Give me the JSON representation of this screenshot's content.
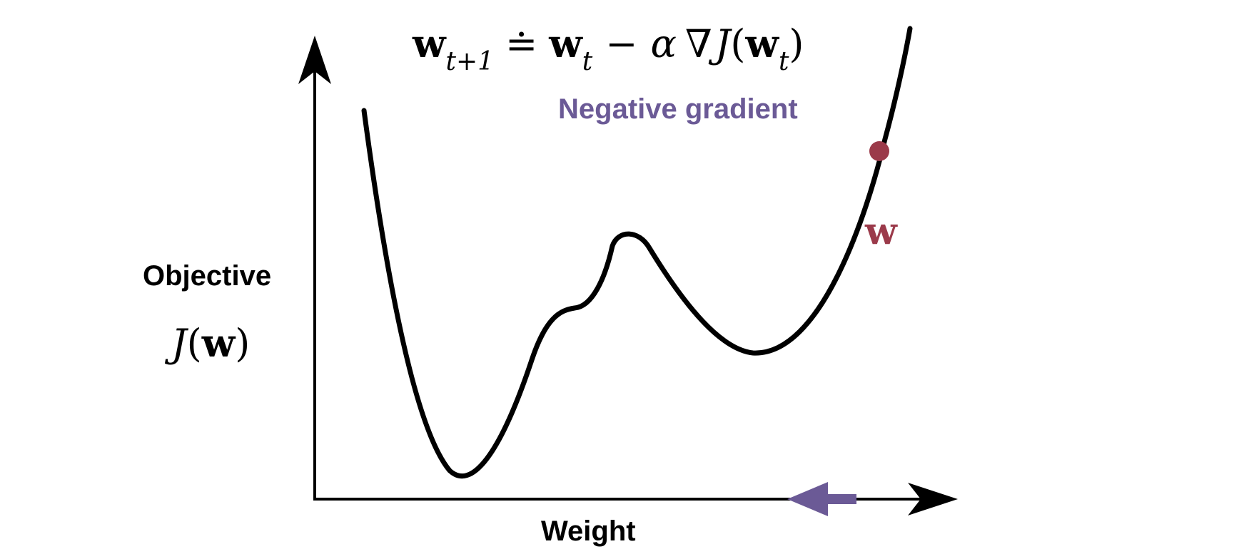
{
  "equation": {
    "w": "w",
    "sub_t1": "t+1",
    "doteq": "≐",
    "w2": "w",
    "sub_t2": "t",
    "minus": "−",
    "alpha": "α",
    "nabla": "∇",
    "J": "J",
    "lparen": "(",
    "w3": "w",
    "sub_t3": "t",
    "rparen": ")"
  },
  "labels": {
    "negative_gradient": "Negative gradient",
    "point_w": "w",
    "objective": "Objective",
    "jw_J": "J",
    "jw_lparen": "(",
    "jw_w": "w",
    "jw_rparen": ")",
    "weight": "Weight"
  },
  "colors": {
    "curve": "#000000",
    "axis": "#000000",
    "point": "#9b3a4a",
    "point_label": "#9b3a4a",
    "gradient_label": "#6b5a96",
    "gradient_arrow": "#6b5a96"
  }
}
